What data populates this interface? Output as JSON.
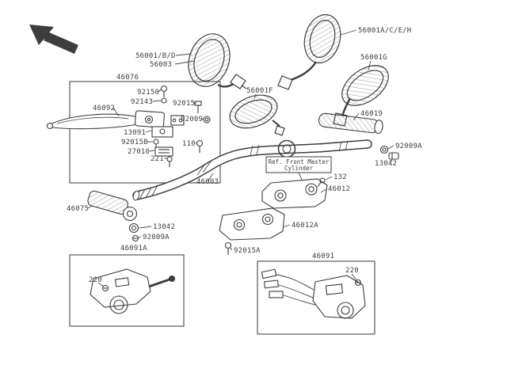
{
  "diagram": {
    "background": "#ffffff",
    "ink": "#3d3d3d",
    "icons": {
      "orientation_arrow": "thick-arrow-up-left"
    },
    "labels": {
      "mirror_right_assy": "56001A/C/E/H",
      "mirror_left_assy": "56001/B/D",
      "mirror_glass": "56003",
      "mirror_g": "56001G",
      "mirror_f": "56001F",
      "lever_assembly": "46076",
      "screw_92150": "92150",
      "locknut_92143": "92143",
      "bolt_92015": "92015",
      "nut_92009": "92009",
      "lever_blade": "46092",
      "holder_13091": "13091",
      "bolt_92015b": "92015B",
      "switch_27010": "27010",
      "screw_221": "221",
      "bolt_110": "110",
      "grip_right": "46019",
      "washer_92009a_right": "92009A",
      "cap_13042_right": "13042",
      "handlebar": "46003",
      "ref_note_line1": "Ref. Front Master",
      "ref_note_line2": "Cylinder",
      "bolt_132": "132",
      "holder_upper_46012": "46012",
      "holder_lower_46012a": "46012A",
      "grip_left": "46075",
      "cap_13042_left": "13042",
      "washer_92009a_left": "92009A",
      "bolt_92015a": "92015A",
      "switch_housing_left_box": "46091A",
      "screw_220_left": "220",
      "switch_housing_right_box": "46091",
      "screw_220_right": "220"
    }
  }
}
